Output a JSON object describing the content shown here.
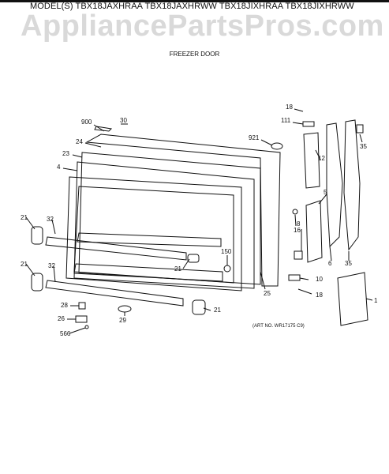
{
  "header": {
    "models": "MODEL(S) TBX18JAXHRAA  TBX18JAXHRWW  TBX18JIXHRAA  TBX18JIXHRWW",
    "watermark": "AppliancePartsPros.com",
    "section_title": "FREEZER DOOR"
  },
  "callouts": [
    "900",
    "30",
    "921",
    "18",
    "111",
    "35",
    "24",
    "23",
    "12",
    "4",
    "5",
    "8",
    "16",
    "21",
    "32",
    "150",
    "21",
    "6",
    "35",
    "25",
    "10",
    "18",
    "1",
    "21",
    "32",
    "28",
    "26",
    "29",
    "21",
    "566"
  ],
  "art_number": "(ART NO. WR17175 C9)"
}
